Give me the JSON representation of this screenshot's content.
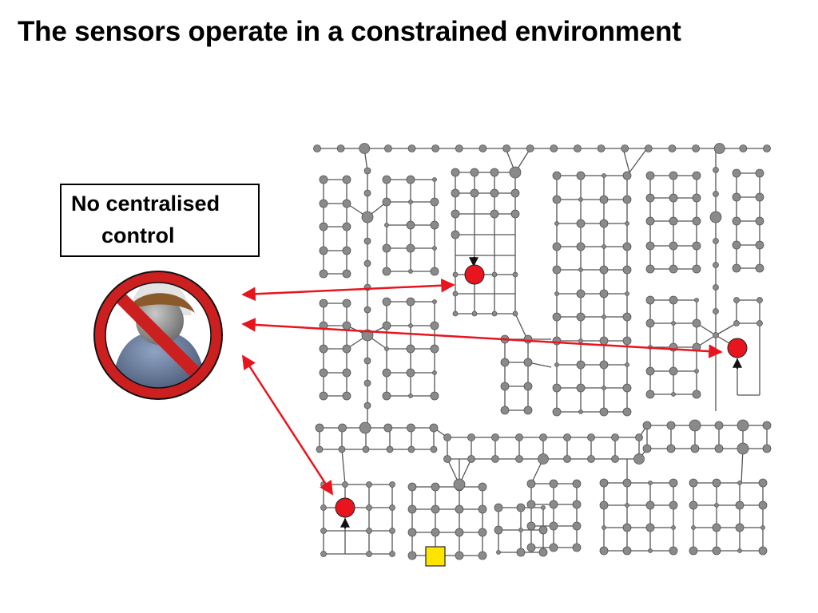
{
  "slide": {
    "title": "The sensors operate in a constrained environment"
  },
  "callout": {
    "line1": "No centralised",
    "line2": "control"
  },
  "icons": {
    "no_control": "prohibition-sign-over-person-icon",
    "active_sensor": "red-sensor-node-icon",
    "sink": "yellow-square-sink-icon"
  },
  "colors": {
    "arrow": "#e8141e",
    "sensor_active": "#e8141e",
    "node": "#8a8a8a",
    "edge": "#555555",
    "sink": "#ffe400",
    "prohibition_fill": "#cc1f1f"
  }
}
